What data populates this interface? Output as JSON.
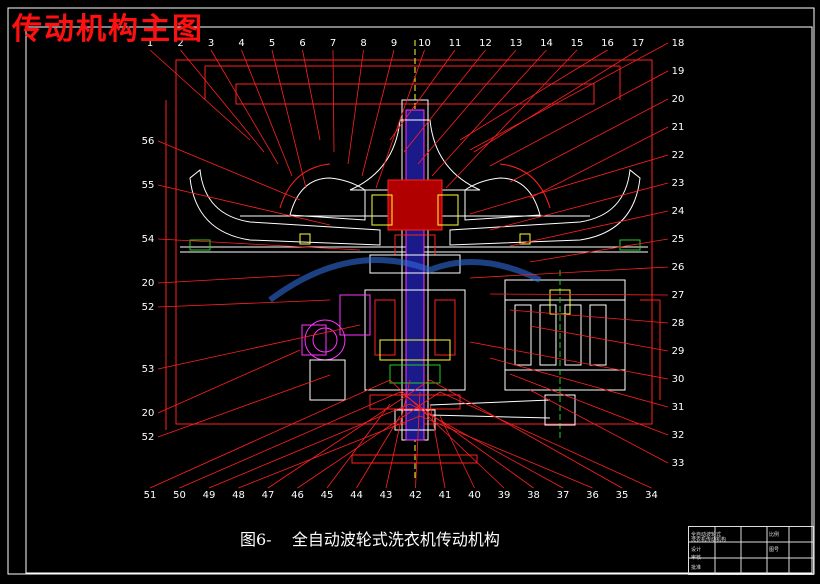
{
  "overlay_title": "传动机构主图",
  "caption": "图6-    全自动波轮式洗衣机传动机构",
  "part_labels": {
    "top": [
      "1",
      "2",
      "3",
      "4",
      "5",
      "6",
      "7",
      "8",
      "9",
      "10",
      "11",
      "12",
      "13",
      "14",
      "15",
      "16",
      "17"
    ],
    "right": [
      "18",
      "19",
      "20",
      "21",
      "22",
      "23",
      "24",
      "25",
      "26",
      "27",
      "28",
      "29",
      "30",
      "31",
      "32",
      "33"
    ],
    "bottom": [
      "51",
      "50",
      "49",
      "48",
      "47",
      "46",
      "45",
      "44",
      "43",
      "42",
      "41",
      "40",
      "39",
      "38",
      "37",
      "36",
      "35",
      "34"
    ],
    "left": [
      "56",
      "55",
      "54",
      "20",
      "52",
      "53",
      "20",
      "52"
    ]
  },
  "title_block": {
    "row1_col1": "全自动波轮式",
    "row1_col2": "洗衣机传动机构",
    "row1_col3": "比例",
    "row1_col4": "图号",
    "row2_col1": "设计",
    "row2_col2": "审核",
    "row3_col1": "批准"
  },
  "colors": {
    "background": "#000000",
    "outline": "#ffffff",
    "leader": "#ff2020",
    "parts_red": "#ff2020",
    "parts_green": "#22cc22",
    "parts_yellow": "#ffff33",
    "parts_magenta": "#ff33ff",
    "parts_cyan": "#33ccff",
    "watermark": "#2e6bd8"
  }
}
